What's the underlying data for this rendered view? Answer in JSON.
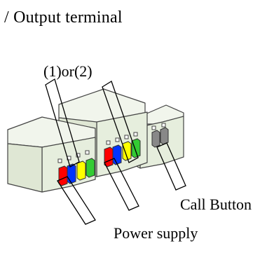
{
  "labels": {
    "header": "/ Output terminal",
    "option": "(1)or(2)",
    "call_button": "Call Button",
    "power_supply": "Power supply"
  },
  "colors": {
    "module_face": "#e6eedd",
    "module_top": "#f1f5ec",
    "module_side": "#d6dfca",
    "outline": "#444444",
    "terminal_red": "#ff0000",
    "terminal_blue": "#0033ff",
    "terminal_yellow": "#ffff00",
    "terminal_green": "#33cc33",
    "call_button": "#888888"
  },
  "icons": {
    "modules": "terminal-module-block",
    "leads": "callout-bracket"
  }
}
